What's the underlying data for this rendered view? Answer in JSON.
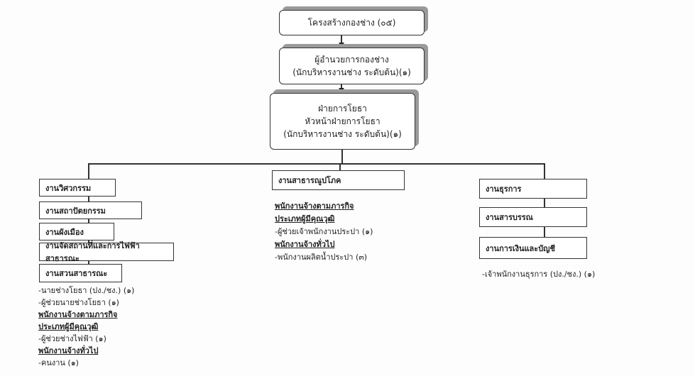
{
  "top": {
    "title": "โครงสร้างกองช่าง (๐๕)"
  },
  "director": {
    "line1": "ผู้อำนวยการกองช่าง",
    "line2": "(นักบริหารงานช่าง  ระดับต้น)(๑)"
  },
  "division": {
    "line1": "ฝ่ายการโยธา",
    "line2": "หัวหน้าฝ่ายการโยธา",
    "line3": "(นักบริหารงานช่าง  ระดับต้น)(๑)"
  },
  "left": {
    "units": [
      "งานวิศวกรรม",
      "งานสถาปัตยกรรม",
      "งานผังเมือง",
      "งานจัดสถานที่และการไฟฟ้าสาธารณะ",
      "งานสวนสาธารณะ"
    ],
    "staff": [
      "-นายช่างโยธา (ปง./ชง.)  (๑)",
      "-ผู้ช่วยนายช่างโยธา  (๑)"
    ],
    "mission_heading1": "พนักงานจ้างตามภารกิจ",
    "mission_heading2": "ประเภทผู้มีคุณวุฒิ",
    "mission_staff": "-ผู้ช่วยช่างไฟฟ้า (๑)",
    "general_heading": "พนักงานจ้างทั่วไป",
    "general_staff": "-คนงาน (๑)"
  },
  "middle": {
    "unit": "งานสาธารณูปโภค",
    "mission_heading1": "พนักงานจ้างตามภารกิจ",
    "mission_heading2": "ประเภทผู้มีคุณวุฒิ",
    "mission_staff": "-ผู้ช่วยเจ้าพนักงานประปา  (๑)",
    "general_heading": "พนักงานจ้างทั่วไป",
    "general_staff": "-พนักงานผลิตน้ำประปา (๓)"
  },
  "right": {
    "units": [
      "งานธุรการ",
      "งานสารบรรณ",
      "งานการเงินและบัญชี"
    ],
    "staff": "-เจ้าพนักงานธุรการ  (ปง./ชง.)  (๑)"
  }
}
